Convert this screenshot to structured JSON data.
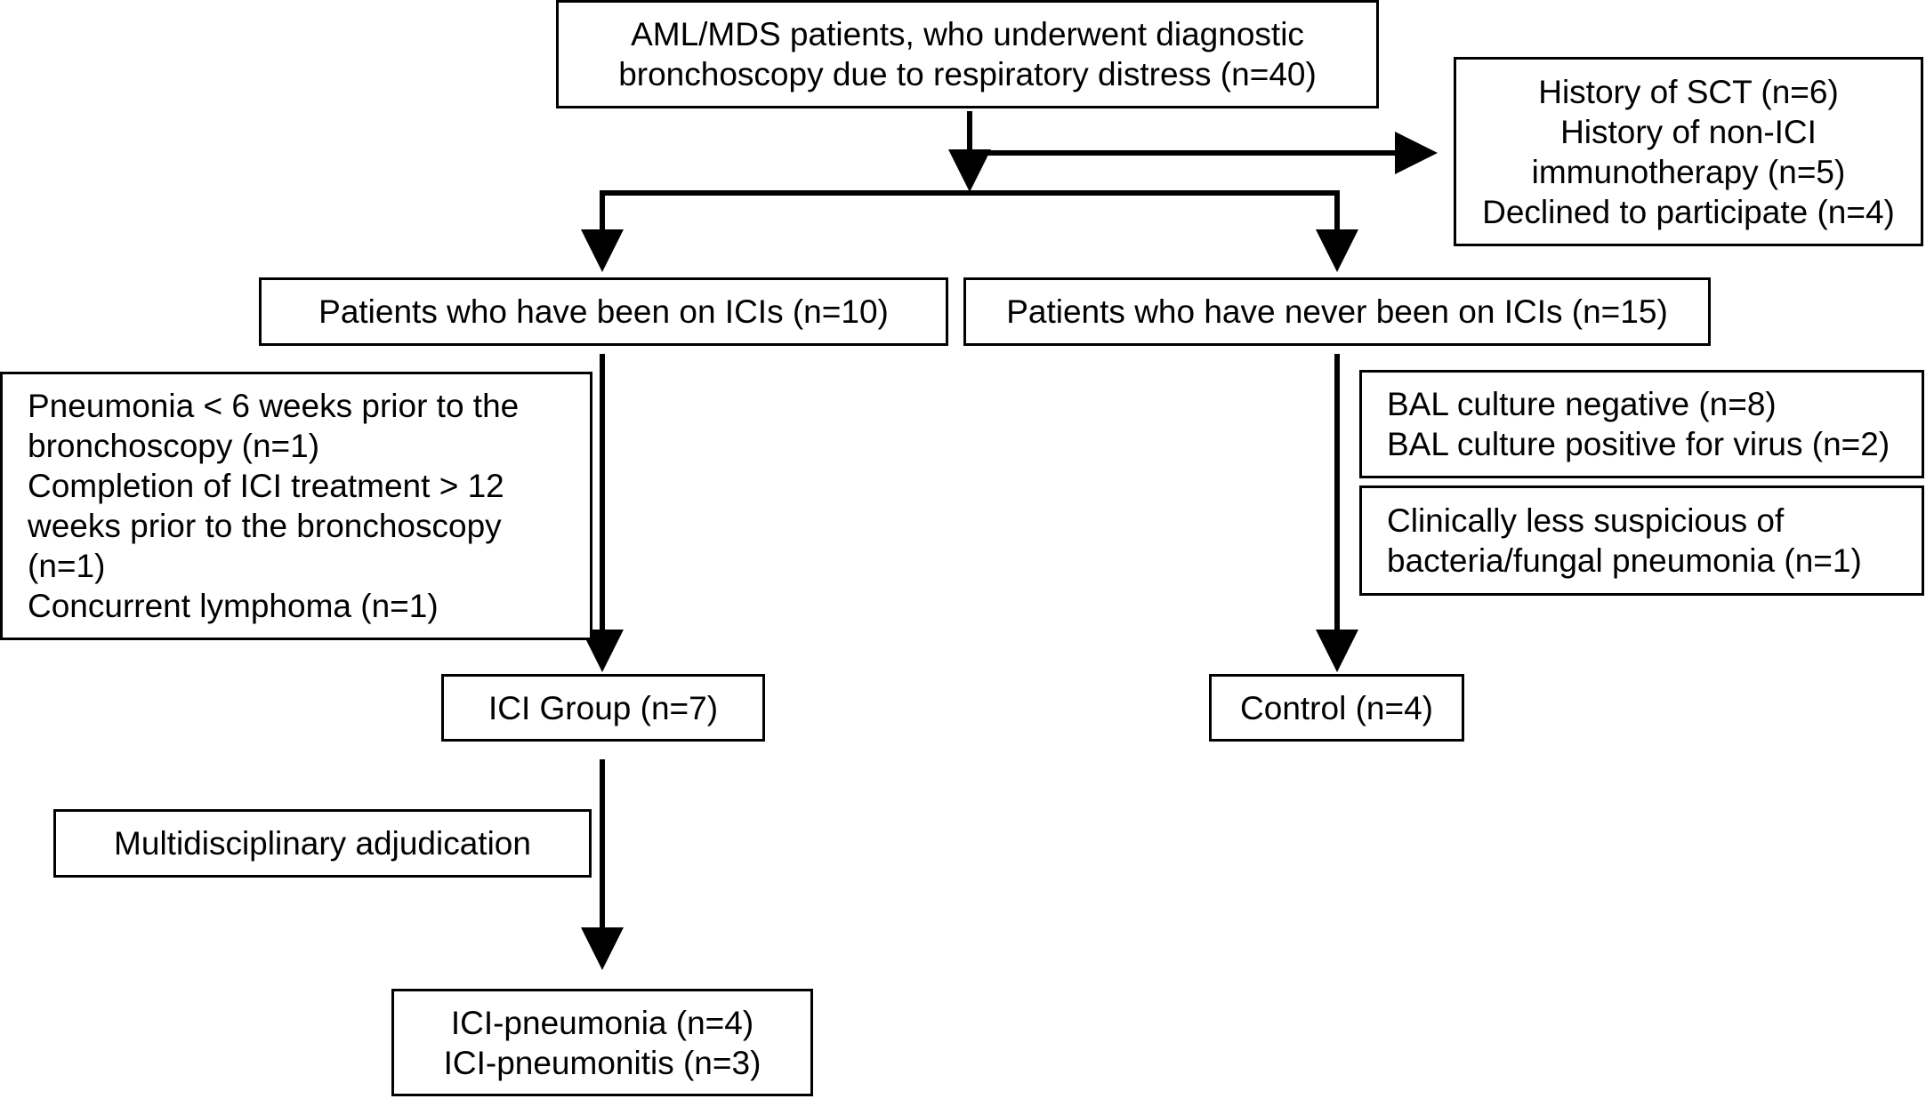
{
  "top_box": {
    "lines": [
      "AML/MDS patients, who underwent diagnostic",
      "bronchoscopy due to respiratory distress (n=40)"
    ]
  },
  "exclusion_box": {
    "lines": [
      "History of SCT (n=6)",
      "History of non-ICI",
      "immunotherapy (n=5)",
      "Declined to participate (n=4)"
    ]
  },
  "ici_box": {
    "label": "Patients who have been on ICIs (n=10)"
  },
  "never_ici_box": {
    "label": "Patients who have never been on ICIs  (n=15)"
  },
  "ici_exclusion_box": {
    "lines": [
      "Pneumonia < 6 weeks prior to the",
      "bronchoscopy (n=1)",
      "Completion of ICI treatment > 12",
      "weeks prior to the bronchoscopy",
      "(n=1)",
      "Concurrent lymphoma (n=1)"
    ]
  },
  "bal_box": {
    "lines": [
      "BAL culture negative (n=8)",
      "BAL culture positive for virus (n=2)"
    ]
  },
  "clinical_box": {
    "lines": [
      "Clinically less suspicious  of",
      "bacteria/fungal pneumonia (n=1)"
    ]
  },
  "ici_group_box": {
    "label": "ICI Group  (n=7)"
  },
  "control_box": {
    "label": "Control (n=4)"
  },
  "adjudication_box": {
    "label": "Multidisciplinary adjudication"
  },
  "outcome_box": {
    "lines": [
      "ICI-pneumonia  (n=4)",
      "ICI-pneumonitis (n=3)"
    ]
  }
}
